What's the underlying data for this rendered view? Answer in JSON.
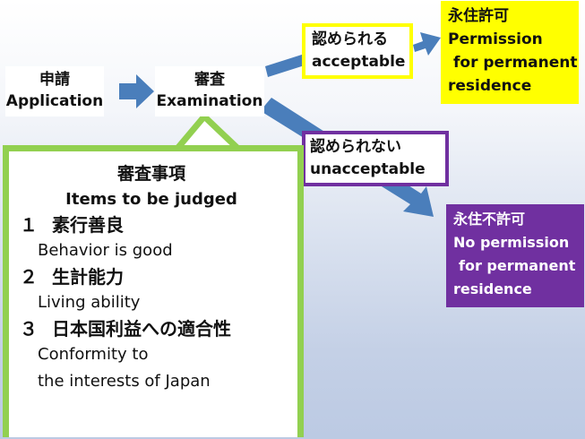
{
  "application": {
    "ja": "申請",
    "en": "Application"
  },
  "examination": {
    "ja": "審査",
    "en": "Examination"
  },
  "acceptable": {
    "ja": "認められる",
    "en": "acceptable"
  },
  "unacceptable": {
    "ja": "認められない",
    "en": "unacceptable"
  },
  "permission": {
    "ja": "永住許可",
    "line1": "Permission",
    "line2": "for permanent",
    "line3": "residence"
  },
  "no_permission": {
    "ja": "永住不許可",
    "line1": "No permission",
    "line2": "for permanent",
    "line3": "residence"
  },
  "criteria": {
    "title_ja": "審査事項",
    "title_en": "Items to be judged",
    "items": [
      {
        "num": "１",
        "ja": "素行善良",
        "en": [
          "Behavior is good"
        ]
      },
      {
        "num": "２",
        "ja": "生計能力",
        "en": [
          "Living ability"
        ]
      },
      {
        "num": "３",
        "ja": "日本国利益への適合性",
        "en": [
          "Conformity to",
          "the interests of Japan"
        ]
      }
    ]
  },
  "colors": {
    "arrow": "#4a7ebb",
    "acceptable_border": "#ffff00",
    "permission_fill": "#ffff00",
    "unacceptable_border": "#7030a0",
    "no_permission_fill": "#7030a0",
    "criteria_border": "#92d050"
  }
}
